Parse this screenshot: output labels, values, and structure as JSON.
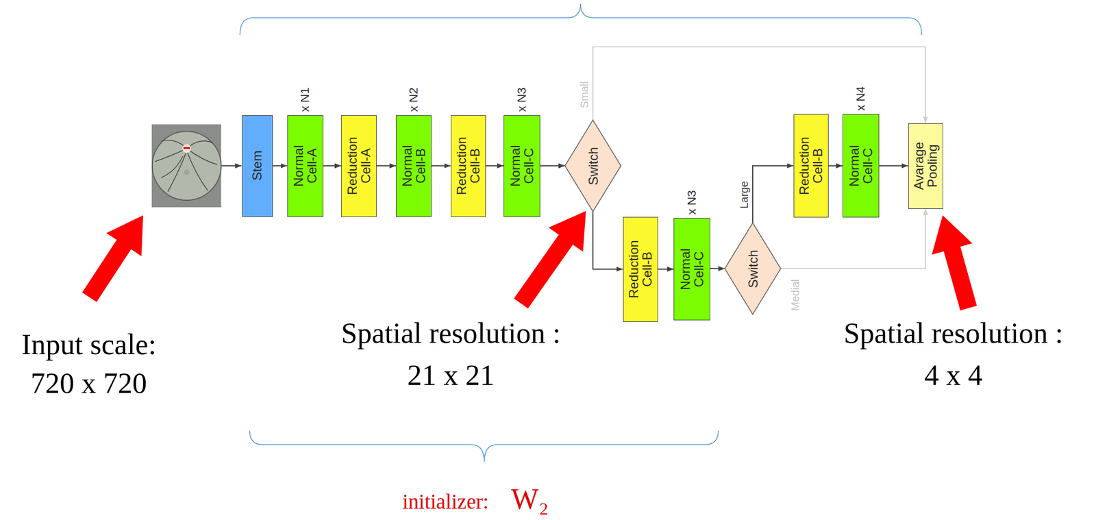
{
  "diagram": {
    "nodes": [
      {
        "text": [
          "Stem"
        ]
      },
      {
        "text": [
          "Normal Cell-A",
          "x N1"
        ]
      },
      {
        "text": [
          "Reduction Cell-A"
        ]
      },
      {
        "text": [
          "Normal Cell-B",
          "x N2"
        ]
      },
      {
        "text": [
          "Reduction Cell-B"
        ]
      },
      {
        "text": [
          "Normal Cell-C",
          "x N3"
        ]
      },
      {
        "text": [
          "Switch"
        ]
      },
      {
        "text": [
          "Reduction Cell-B"
        ]
      },
      {
        "text": [
          "Normal Cell-C",
          "x N3"
        ]
      },
      {
        "text": [
          "Switch"
        ]
      },
      {
        "text": [
          "Reduction Cell-B"
        ]
      },
      {
        "text": [
          "Normal Cell-C",
          "x N4"
        ]
      },
      {
        "text": [
          "Avarage Pooling"
        ]
      }
    ],
    "edges": [
      {
        "from": 0,
        "to": 1,
        "arrow": "to"
      },
      {
        "from": 1,
        "to": 2,
        "arrow": "to"
      },
      {
        "from": 2,
        "to": 3,
        "arrow": "to"
      },
      {
        "from": 3,
        "to": 4,
        "arrow": "to"
      },
      {
        "from": 4,
        "to": 5,
        "arrow": "to"
      },
      {
        "from": 5,
        "to": 6,
        "arrow": "to"
      },
      {
        "from": 6,
        "to": 7,
        "arrow": "to"
      },
      {
        "from": 7,
        "to": 8,
        "arrow": "to"
      },
      {
        "from": 8,
        "to": 9,
        "arrow": "to"
      },
      {
        "from": 9,
        "to": 10,
        "label": "Large",
        "arrow": "to"
      },
      {
        "from": 10,
        "to": 11,
        "arrow": "to"
      },
      {
        "from": 11,
        "to": 12,
        "arrow": "to"
      },
      {
        "from": 6,
        "to": 12,
        "label": "Small",
        "arrow": "to"
      },
      {
        "from": 9,
        "to": 12,
        "label": "Medial",
        "arrow": "to"
      }
    ],
    "labels": [
      "Input scale:",
      "720 x 720",
      "Spatial resolution :",
      "21 x 21",
      "Spatial resolution :",
      "4 x 4",
      "initializer:",
      "W₂"
    ]
  }
}
